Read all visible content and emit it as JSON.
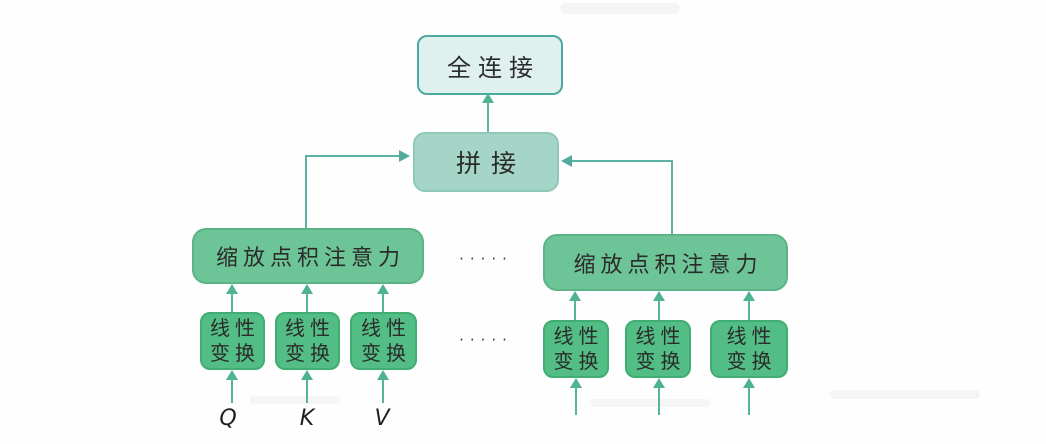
{
  "diagram": {
    "title": "multi-head attention block diagram",
    "nodes": {
      "fully_connected": "全连接",
      "concat": "拼接",
      "attention": "缩放点积注意力",
      "linear_line1": "线性",
      "linear_line2": "变换"
    },
    "inputs": {
      "q": "Q",
      "k": "K",
      "v": "V"
    },
    "ellipsis": {
      "dots": "·····"
    },
    "colors": {
      "fc_fill": "#def1ee",
      "fc_border": "#4ba99e",
      "concat_fill": "#a5d5c7",
      "attention_fill": "#6cc497",
      "linear_fill": "#52be85",
      "connector": "#5cb3a4",
      "text": "#2b2b2b",
      "background": "#fefefe"
    }
  }
}
